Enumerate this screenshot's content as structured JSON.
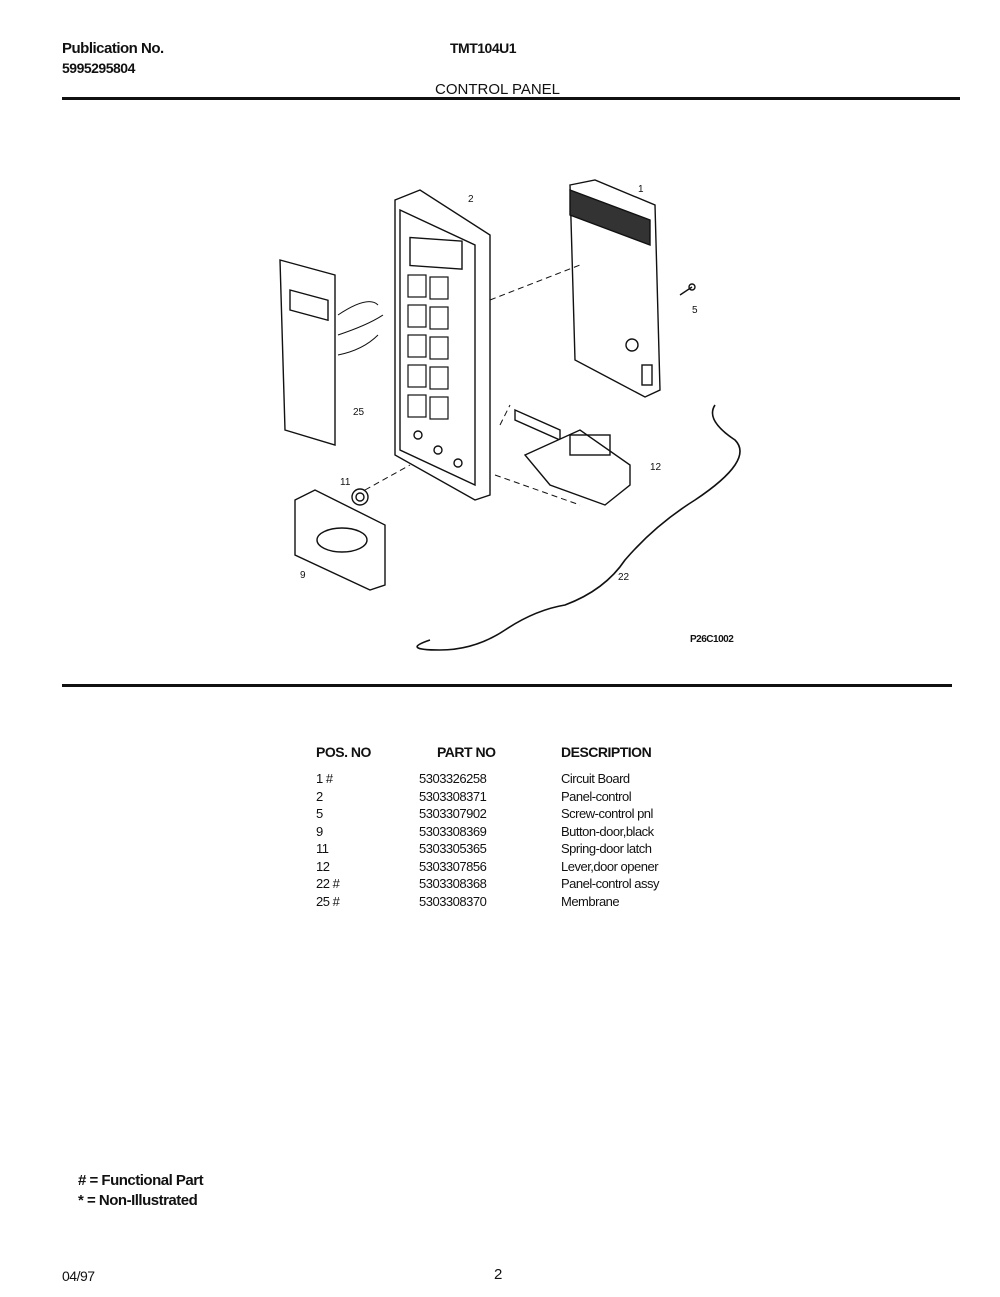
{
  "header": {
    "publication_label": "Publication No.",
    "publication_number": "5995295804",
    "model": "TMT104U1",
    "section_title": "CONTROL PANEL"
  },
  "diagram": {
    "code": "P26C1002",
    "callouts": [
      "2",
      "1",
      "5",
      "25",
      "12",
      "11",
      "9",
      "22"
    ]
  },
  "parts_table": {
    "headers": [
      "POS. NO",
      "PART NO",
      "DESCRIPTION"
    ],
    "rows": [
      [
        "1 #",
        "5303326258",
        "Circuit Board"
      ],
      [
        "2",
        "5303308371",
        "Panel-control"
      ],
      [
        "5",
        "5303307902",
        "Screw-control pnl"
      ],
      [
        "9",
        "5303308369",
        "Button-door,black"
      ],
      [
        "11",
        "5303305365",
        "Spring-door latch"
      ],
      [
        "12",
        "5303307856",
        "Lever,door opener"
      ],
      [
        "22 #",
        "5303308368",
        "Panel-control assy"
      ],
      [
        "25 #",
        "5303308370",
        "Membrane"
      ]
    ]
  },
  "legend": {
    "functional": "# = Functional Part",
    "non_illustrated": "* = Non-Illustrated"
  },
  "footer": {
    "date": "04/97",
    "page": "2"
  }
}
